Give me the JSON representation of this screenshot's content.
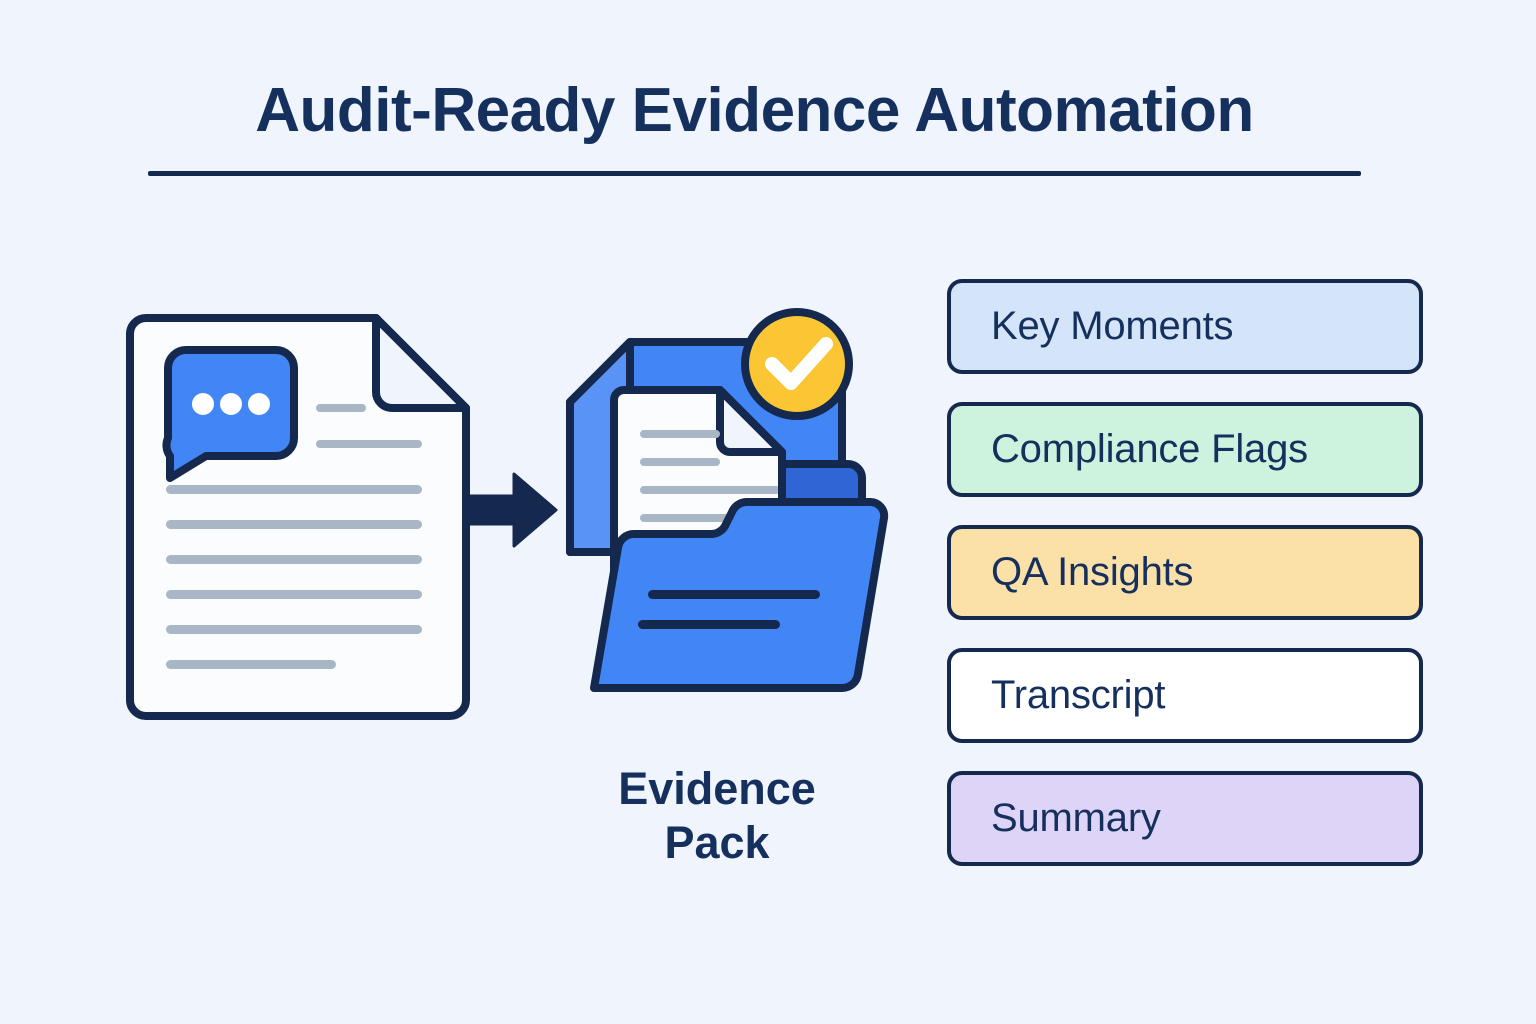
{
  "header": {
    "title": "Audit-Ready Evidence Automation",
    "divider": true
  },
  "diagram": {
    "source": {
      "name": "source-document",
      "icon": "document-with-speech-bubble-icon",
      "bubble_dots": 3,
      "text_lines": 8
    },
    "arrow": {
      "name": "transform-arrow",
      "icon": "arrow-right-icon",
      "direction": "right"
    },
    "evidence_pack": {
      "name": "evidence-pack",
      "icon": "folder-with-document-icon",
      "badge_icon": "check-circle-icon",
      "caption_line1": "Evidence",
      "caption_line2": "Pack"
    }
  },
  "output_cards": [
    {
      "label": "Key Moments",
      "fill": "#d4e5f9",
      "name": "output-card-key-moments"
    },
    {
      "label": "Compliance Flags",
      "fill": "#cdf2de",
      "name": "output-card-compliance-flags"
    },
    {
      "label": "QA Insights",
      "fill": "#fbe0a8",
      "name": "output-card-qa-insights"
    },
    {
      "label": "Transcript",
      "fill": "#ffffff",
      "name": "output-card-transcript"
    },
    {
      "label": "Summary",
      "fill": "#ddd4f7",
      "name": "output-card-summary"
    }
  ],
  "colors": {
    "background": "#eff4fd",
    "ink": "#15294e",
    "title": "#16305e",
    "accent_blue": "#4285f4",
    "folder_blue": "#3f7bf0",
    "badge_yellow": "#fbc534",
    "line_gray": "#a9b6c6",
    "paper_white": "#fbfcfe"
  }
}
